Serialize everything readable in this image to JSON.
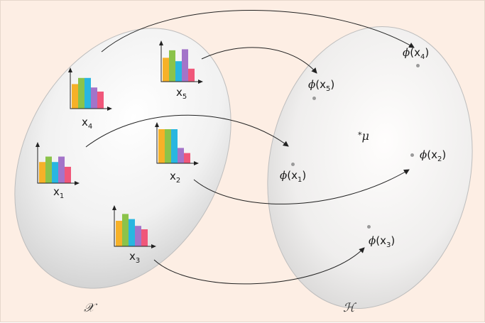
{
  "sets": {
    "input_space": "𝒳",
    "feature_space": "ℋ"
  },
  "mean": {
    "symbol": "μ"
  },
  "bar_colors": [
    "#f6b128",
    "#8bc34a",
    "#29b6e0",
    "#a374c9",
    "#f0577a"
  ],
  "points": [
    {
      "id": "x1",
      "label": "x",
      "subscript": "1",
      "phi_label": "x",
      "phi_subscript": "1",
      "bars": [
        0.62,
        0.78,
        0.62,
        0.78,
        0.48
      ]
    },
    {
      "id": "x2",
      "label": "x",
      "subscript": "2",
      "phi_label": "x",
      "phi_subscript": "2",
      "bars": [
        1.0,
        1.0,
        1.0,
        0.45,
        0.3
      ]
    },
    {
      "id": "x3",
      "label": "x",
      "subscript": "3",
      "phi_label": "x",
      "phi_subscript": "3",
      "bars": [
        0.75,
        0.95,
        0.8,
        0.6,
        0.5
      ]
    },
    {
      "id": "x4",
      "label": "x",
      "subscript": "4",
      "phi_label": "x",
      "phi_subscript": "4",
      "bars": [
        0.72,
        0.9,
        0.9,
        0.62,
        0.5
      ]
    },
    {
      "id": "x5",
      "label": "x",
      "subscript": "5",
      "phi_label": "x",
      "phi_subscript": "5",
      "bars": [
        0.7,
        0.92,
        0.6,
        0.95,
        0.38
      ]
    }
  ],
  "phi_symbol": "ϕ"
}
